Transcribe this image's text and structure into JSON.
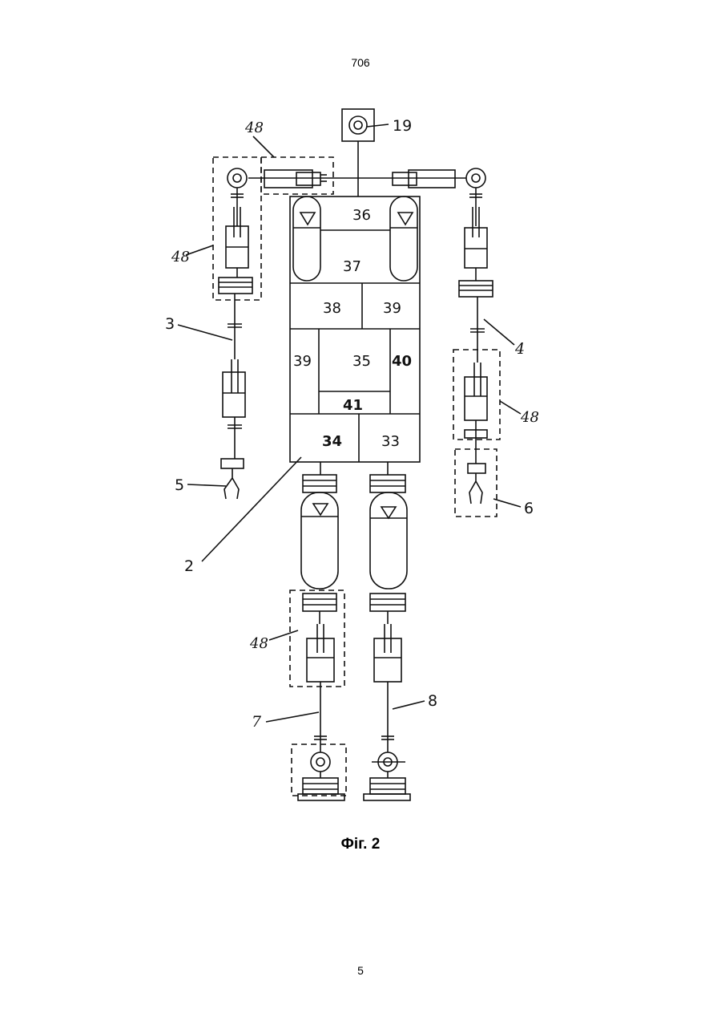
{
  "page": {
    "header_number": "706",
    "footer_number": "5",
    "caption": "Фіг. 2"
  },
  "figure": {
    "labels": {
      "head": "19",
      "callout_top": "48",
      "callout_left_arm": "48",
      "callout_right_arm": "48",
      "callout_left_leg": "48",
      "left_arm": "3",
      "right_arm": "4",
      "left_hand": "5",
      "right_hand": "6",
      "torso": "2",
      "left_leg": "7",
      "right_leg": "8"
    },
    "blocks": {
      "b36": "36",
      "b37": "37",
      "b38": "38",
      "b39_top": "39",
      "b39_side": "39",
      "b35": "35",
      "b40": "40",
      "b41": "41",
      "b34": "34",
      "b33": "33"
    }
  }
}
